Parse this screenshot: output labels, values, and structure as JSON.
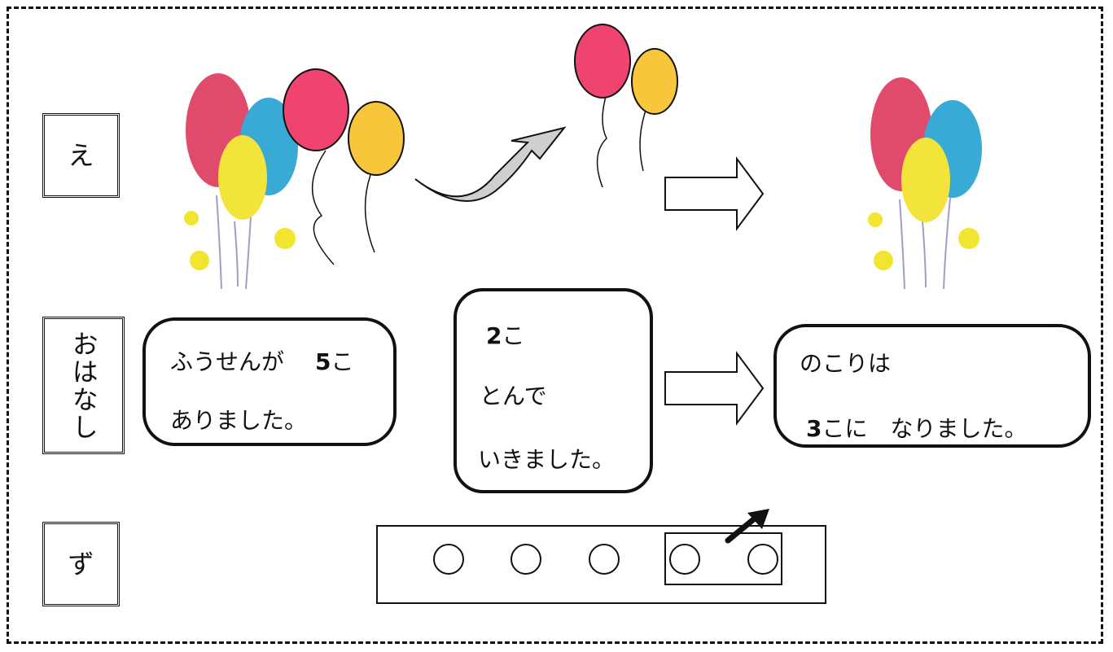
{
  "rows": {
    "picture_label": "え",
    "story_label": "おはなし",
    "diagram_label": "ず"
  },
  "story": {
    "box1": {
      "line1_text": "ふうせんが",
      "line1_num": "5",
      "line1_unit": "こ",
      "line2": "ありました。"
    },
    "box2": {
      "line1_num": "2",
      "line1_unit": "こ",
      "line2": "とんで",
      "line3": "いきました。"
    },
    "box3": {
      "line1": "のこりは",
      "line2_num": "3",
      "line2_text": "こに　なりました。"
    }
  },
  "illustrations": {
    "bunch_start": "balloon-bunch-5",
    "flying_away": "balloon-pair-2",
    "bunch_end": "balloon-bunch-3",
    "colors": {
      "red": "#e04a6b",
      "blue": "#39a9d6",
      "yellow": "#f2e43a",
      "pink": "#f04470",
      "gold": "#f7c63a",
      "flower": "#f1e52f",
      "string": "#a79bc4"
    }
  },
  "diagram": {
    "total_circles": 5,
    "removed_circles": 2,
    "remaining_circles": 3
  }
}
